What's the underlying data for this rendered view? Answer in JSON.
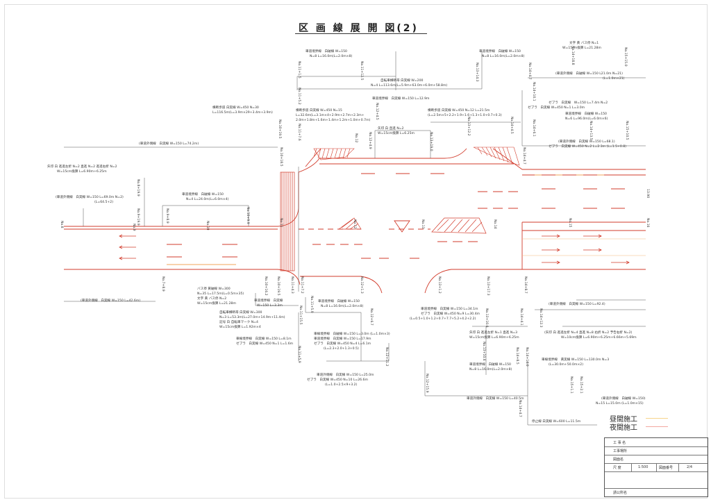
{
  "title": "区 画 線 展 開 図(2)",
  "legend": {
    "day": "昼間施工",
    "night": "夜間施工",
    "day_color": "#f7d48a",
    "night_color": "#f2a8a0"
  },
  "colors": {
    "line": "#d23b2b",
    "night_mark": "#f3b77a",
    "ink": "#333333"
  },
  "title_block": {
    "labels": [
      "工 事 名",
      "工事場所",
      "図面名",
      "尺 度",
      "請公所名"
    ],
    "scale": "1:500",
    "drawing_no_label": "図面番号",
    "drawing_no": "2/4"
  },
  "stations": {
    "no8": "No.8",
    "no8_19_9": "No.8+19.9",
    "no9": "No.9",
    "no9_19_9": "No.9+19.9",
    "no9_3": "No.9+8.9",
    "no10": "No.10",
    "no10_9_9": "No.10+9.9",
    "no11": "No.11",
    "no10_19_5": "No.10+19.5",
    "no10_18_5": "No.10+18.5",
    "no11_1_5": "No.11+1.5",
    "no11_5_2": "No.11+5.2",
    "no11_7_6": "No.11+7.6",
    "no11_12_5": "No.11+12.5",
    "no12": "No.12",
    "no12_4_5": "No.12+4.5",
    "no12_13_3": "No.12+13.3",
    "no13": "No.13",
    "no13_14_3": "No.13+14.3",
    "no13_12_2": "No.13+12.2",
    "no14": "No.14",
    "no14_4_5": "No.14+4.5",
    "no14_4_7": "No.14+4.7",
    "no14_18_8": "No.14+18.8",
    "no14_10_1": "No.14+10.1",
    "no15": "No.15",
    "no15_15_0": "No.15+15.0",
    "no16": "No.16",
    "no14_6_1": "No.14+6.1",
    "no14_13_5": "No.14+13.5",
    "no15_10_5": "No.15+10.5",
    "no7_8_9": "No.7+8.9",
    "no10_16_2": "No.10+16.2",
    "no10_19_5b": "No.10+19.5",
    "no11_4_3": "No.11+4.3",
    "no11_7_2": "No.11+7.2",
    "no12_1_3": "No.12+1.3",
    "no11_5_9": "No.11+5.9",
    "no11_15_5": "No.11+15.5",
    "no12_6_7": "No.12+6.7",
    "no12_11_2": "No.12+11.2",
    "no13_1_2": "No.13+1.2",
    "no13_17_3": "No.13+17.3",
    "no14_8_7": "No.14+8.7",
    "no14_4_1": "No.14+4.1",
    "no14_12_3": "No.14+12.3",
    "no13_10_6": "No.13+10.6",
    "no14_8_5": "No.14+8.5",
    "no14_14_0": "No.14+14.0",
    "no12_15_9": "No.12+15.9",
    "no14_4_7b": "No.14+4.7",
    "no15_1_1": "No.15+1.1",
    "no15_2_1": "No.15+2.1",
    "no12_4_9": "No.12+4.9",
    "no13_9": "No.13+19.0",
    "width_label": "13.90"
  },
  "notes": {
    "top_c1": "車道境界線　白破線 W=150",
    "top_c2": "N=8 L=16.0m(L=2.0m×8)",
    "top_bike1": "自転車横断帯 白実線 W=200",
    "top_bike2": "N=4 L=113.6m(L=5.9m+63.0m+6.0m+58.8m)",
    "top_r1": "車道境界線　白破線 W=150",
    "top_r2": "N=8 L=16.0m(L=2.0m×8)",
    "bus1": "文字 黄 バス停 N=1",
    "bus2": "W=15cm換算 L=21.28m",
    "out_r1": "(車道外側線　白破線 W=150 L21.0m N=21)",
    "out_r2": "(L=1.0m×21)",
    "cross1": "横断歩道 白実線 W=450 N=30",
    "cross2": "L=116.5m(L=3.9m×29+3.4m+3.9m)",
    "cross3": "横断歩道 白実線 W=450 N=15",
    "cross4": "L=32.6m(L=3.1m×4+2.9m+2.7m+2.3m+",
    "cross5": "2.0m+1.8m+1.6m+1.4m+1.2m+1.0m+0.7m)",
    "center1": "車道境界線　白実線 W=150 L=12.9m",
    "cross6": "横断歩道 白実線 W=450 N=12 L=21.5m",
    "cross7": "(L=2.5m×5+2.2+1.9+1.6+1.3+1.0+0.7+0.3)",
    "zebra_r1": "ゼブラ　白実線　W=150 L=7.4m N=2",
    "zebra_r2": "ゼブラ　白実線 W=450 N=1 L=3.0m",
    "cb_r1": "車道境界線　白破線 W=150",
    "cb_r2": "N=6 L=96.0m(L=6.0m×6)",
    "arrow_c1": "矢印 白 直進 N=2",
    "arrow_c2": "W=15cm換算 L=6.25m",
    "out_l": "(車道外側線　白実線 W=150 L=74.2m)",
    "arrow_l1": "矢印 白 進進左折 N=2 直進 N=2 進進右折 N=2",
    "arrow_l2": "W=15cm換算 L=6.90m+6.25m",
    "out_l2": "(車道外側線　白実線 W=150 L=69.0m N=2)",
    "out_l3": "(L=64.5+2)",
    "cb_l1": "車道境界線　白破線 W=150",
    "cb_l2": "N=4 L=24.0m(L=6.0m×4)",
    "out_r3": "(車道外側線　白実線 W=150 L=68.1)",
    "zebra_r3": "ゼブラ　白実線 W=450 N=2 L=2.3m (L=1.5+0.8)",
    "bot_out_l": "(車道外側線　白実線 W=150 L=42.6m)",
    "bot_bus1": "バス停 黄破線 W=300",
    "bot_bus2": "N=35 L=17.5m(L=0.5m×35)",
    "bot_bus3": "文字 黄 バス停 N=2",
    "bot_bus4": "W=15cm換算 L=21.28m",
    "bot_cb1": "車道境界線　白実線",
    "bot_cb2": "W=150 L=3.3m",
    "bot_cb3": "車道境界線　白破線 W=150",
    "bot_cb4": "N=8 L=16.0m(L=2.0m×8)",
    "bot_bike1": "自転車横断帯 白実線 W=300",
    "bot_bike2": "N=3 L=53.3m(L=27.0m+14.9m+11.4m)",
    "bot_mark1": "記号 白 自転車マーク N=4",
    "bot_mark2": "W=15cm換算 L=1.92m×4",
    "bot_cb5": "車線境界線　白実線 W=150 L=8.1m",
    "bot_zebra1": "ゼブラ　白実線 W=450 N=1 L=1.6m",
    "bot_cb6": "車線境界線　白破線 W=150 L=3.0m (L=1.0m×3)",
    "bot_cb7": "車道境界線　白実線 W=150 L=17.9m",
    "bot_zebra2": "ゼブラ　白実線 W=450 N=4 L=6.1m",
    "bot_zebra3": "(L=2.3+2.0+1.3+0.5)",
    "bot_cb8": "車道境界線　白実線 W=150 L=34.1m",
    "bot_zebra4": "ゼブラ　白実線 W=450 N=9 L=30.4m",
    "bot_zebra5": "(L=0.5+1.0+1.2+0.7+7.7+5.2+4.2+2.2)",
    "bot_out_r": "(車道外側線　白実線 W=150 L=92.4)",
    "bot_arrow1": "矢印 白 進進左折 N=1 直進 N=3",
    "bot_arrow2": "W=15cm換算 L=6.90m+6.25m",
    "bot_arrow3": "(矢印 白 進進左折 N=4 直進 N=8 右折 N=2 予告右折 N=2)",
    "bot_arrow4": "W=10cm換算 L=6.90m+6.25m+6.66m+5.69m",
    "bot_cb9": "車道境界線　白破線 W=150",
    "bot_cb10": "N=8 L=16.0m(L=2.0m×8)",
    "bot_cb11": "車線境界線　黄実線 W=150 L=130.0m N=3",
    "bot_cb12": "(L=30.0m+50.0m×2)",
    "bot_out2": "車道外側線　白実線 W=150 L=25.0m",
    "bot_zebra6": "ゼブラ　白実線 W=450 N=10 L=26.6m",
    "bot_zebra7": "(L=1.0+2.5×9+3.2)",
    "bot_out3": "車道外側線　白実線 W=150 L=40.5m",
    "bot_out4": "(車道外側線　白破線 W=150)",
    "bot_out5": "N=15 L=15.0m (L=1.0m×15)",
    "bot_stop": "停止線 白実線 W=600 L=11.5m"
  }
}
